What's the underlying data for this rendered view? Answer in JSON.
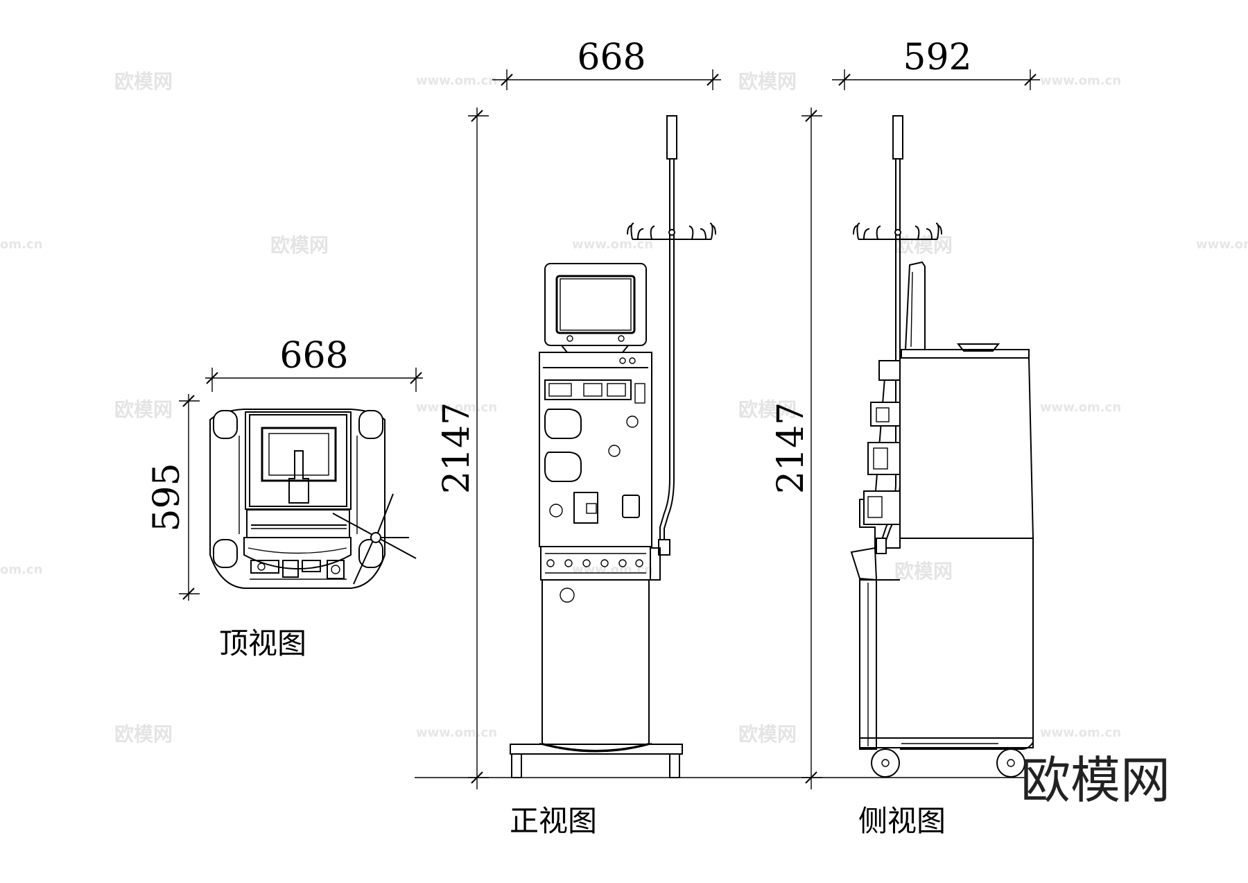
{
  "top_view": {
    "width_dim": "668",
    "depth_dim": "595",
    "caption": "顶视图"
  },
  "front_view": {
    "width_dim": "668",
    "height_dim": "2147",
    "caption": "正视图"
  },
  "side_view": {
    "width_dim": "592",
    "height_dim": "2147",
    "caption": "侧视图"
  },
  "brand": "欧模网",
  "watermarks": {
    "cn": "欧模网",
    "url": "www.om.cn",
    "url_short": "om.cn"
  }
}
